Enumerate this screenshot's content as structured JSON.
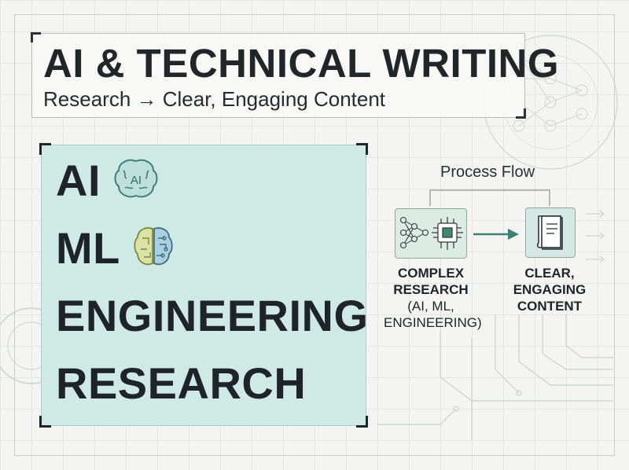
{
  "header": {
    "title": "AI & TECHNICAL WRITING",
    "subtitle": "Research → Clear, Engaging Content"
  },
  "topics": {
    "items": [
      "AI",
      "ML",
      "ENGINEERING",
      "RESEARCH"
    ],
    "ai_icon_text": "AI"
  },
  "process": {
    "label": "Process Flow",
    "source_line1": "COMPLEX",
    "source_line2": "RESEARCH",
    "source_line3": "(AI, ML,",
    "source_line4": "ENGINEERING)",
    "target_line1": "CLEAR,",
    "target_line2": "ENGAGING",
    "target_line3": "CONTENT"
  },
  "colors": {
    "background": "#f4f5f2",
    "topic_card": "#cfe9e4",
    "accent_teal": "#3f7f7a",
    "text": "#1f2428"
  }
}
